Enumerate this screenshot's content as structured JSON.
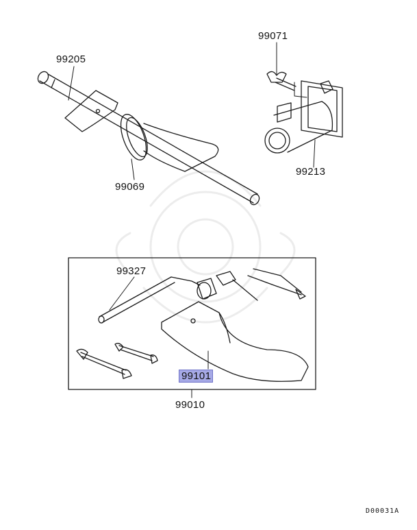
{
  "callouts": {
    "p99205": "99205",
    "p99071": "99071",
    "p99213": "99213",
    "p99069": "99069",
    "p99327": "99327",
    "p99101": "99101",
    "p99010": "99010"
  },
  "drawing_code": "D00031A",
  "highlighted_part": "99101",
  "highlight_color": "#a6a9e6"
}
